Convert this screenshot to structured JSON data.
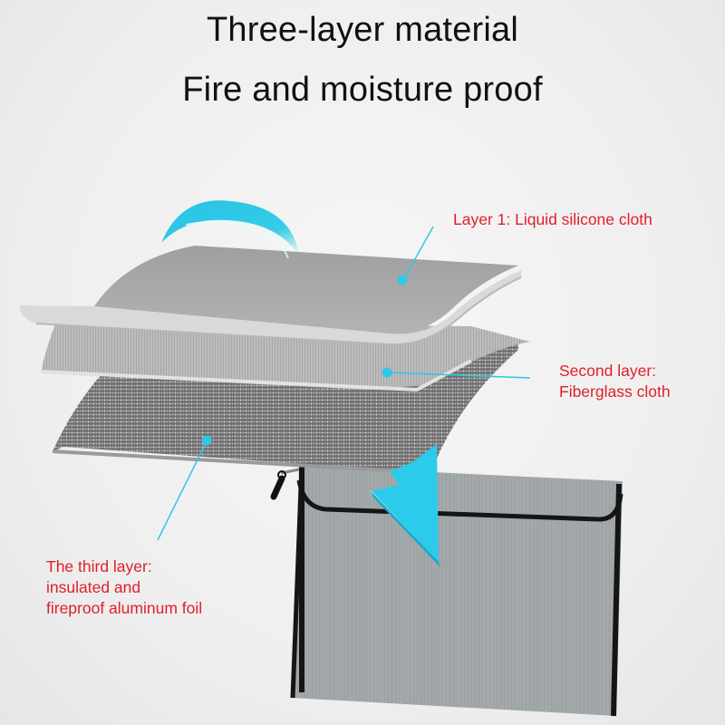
{
  "header": {
    "title_line1": "Three-layer material",
    "title_line2": "Fire and moisture proof"
  },
  "layers": [
    {
      "label": "Layer 1: Liquid silicone cloth",
      "lines": [
        "Layer 1: Liquid silicone cloth"
      ]
    },
    {
      "label": "Second layer: Fiberglass cloth",
      "lines": [
        "Second layer:",
        "Fiberglass cloth"
      ]
    },
    {
      "label": "The third layer: insulated and fireproof aluminum foil",
      "lines": [
        "The third layer:",
        "insulated and",
        "fireproof aluminum foil"
      ]
    }
  ],
  "icons": {
    "curved_arrow": "curved-arrow-icon",
    "down_arrow": "down-arrow-icon",
    "callout_dot": "callout-dot-icon"
  },
  "colors": {
    "background": "#efefef",
    "headline": "#111111",
    "label_red": "#e0202a",
    "accent_cyan": "#2ec8e8",
    "silicone_gray": "#a9a9a9",
    "fiberglass_gray": "#b9b9b9",
    "foil_gray": "#7d7d7d",
    "bag_gray": "#a3a8ab",
    "bag_binding": "#151515"
  }
}
